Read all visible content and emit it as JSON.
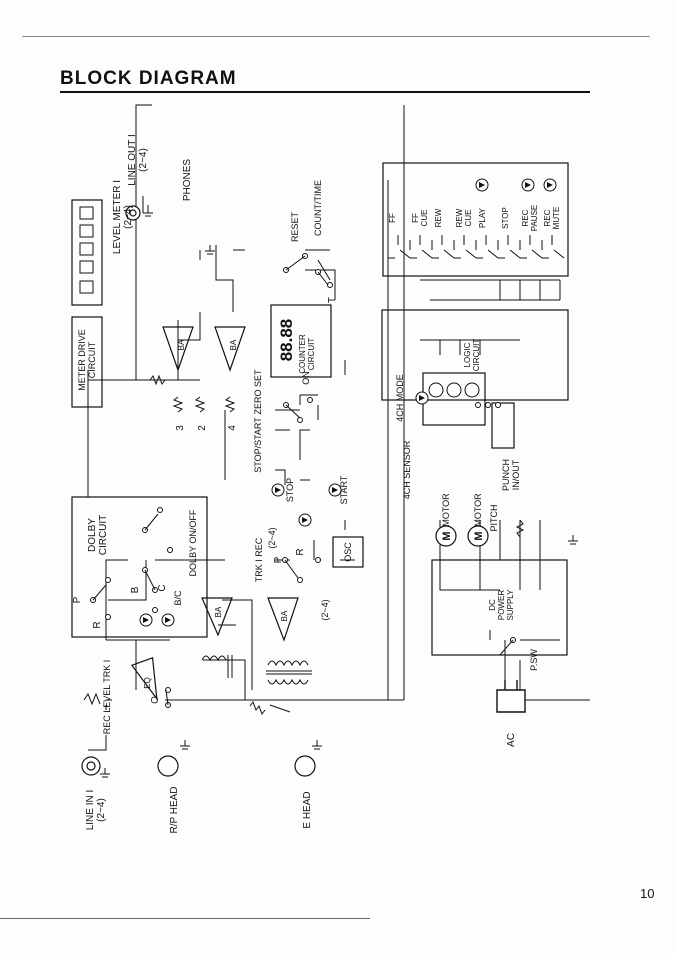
{
  "page": {
    "title": "BLOCK DIAGRAM",
    "page_number": "10"
  },
  "labels": {
    "level_meter": [
      "LEVEL METER I",
      "(2~4)"
    ],
    "line_out": [
      "LINE OUT I",
      "(2~4)"
    ],
    "phones": "PHONES",
    "meter_drive": [
      "METER DRIVE",
      "CIRCUIT"
    ],
    "ba": "BA",
    "eq": "EQ",
    "dolby_circuit": [
      "DOLBY",
      "CIRCUIT"
    ],
    "dolby_on_off": "DOLBY ON/OFF",
    "b_c": "B/C",
    "sw_p": "P",
    "sw_r": "R",
    "sw_b": "B",
    "sw_c": "C",
    "sw_o": "O",
    "sw_t": "T",
    "rec_level": "REC LEVEL TRK I",
    "line_in": [
      "LINE IN I",
      "(2~4)"
    ],
    "rp_head": "R/P HEAD",
    "e_head": "E HEAD",
    "trk_rec": "TRK I REC",
    "trk_range": "(2~4)",
    "trk_p": "P",
    "trk_r": "R",
    "osc": "OSC",
    "range_bottom": "(2~4)",
    "num_3": "3",
    "num_2": "2",
    "num_4": "4",
    "stop_start": "STOP/START",
    "zero_set": "ZERO SET",
    "on": "ON",
    "stop": "STOP",
    "start": "START",
    "reset": "RESET",
    "count_time": "COUNT/TIME",
    "counter_circuit": [
      "COUNTER",
      "CIRCUIT"
    ],
    "counter_display": "88.88",
    "logic_circuit": [
      "LOGIC",
      "CIRCUIT"
    ],
    "mode_4ch": "4CH MODE",
    "sensor_4ch": "4CH SENSOR",
    "punch": [
      "PUNCH",
      "IN/OUT"
    ],
    "pitch": "PITCH",
    "motor_1": "MOTOR",
    "motor_2": "MOTOR",
    "dc_power": [
      "DC",
      "POWER",
      "SUPPLY"
    ],
    "p_sw": "P.SW",
    "ac": "AC",
    "keys": [
      {
        "text": [
          "FF"
        ]
      },
      {
        "text": [
          "FF",
          "CUE"
        ]
      },
      {
        "text": [
          "REW"
        ]
      },
      {
        "text": [
          "REW",
          "CUE"
        ]
      },
      {
        "text": [
          "PLAY"
        ]
      },
      {
        "text": [
          "STOP"
        ]
      },
      {
        "text": [
          "REC",
          "PAUSE"
        ]
      },
      {
        "text": [
          "REC",
          "MUTE"
        ]
      }
    ]
  }
}
